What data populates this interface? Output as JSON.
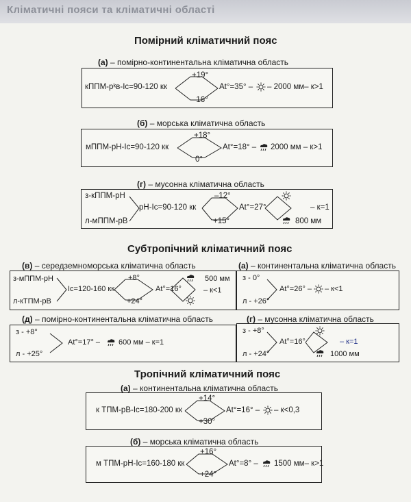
{
  "header": {
    "title": "Кліматичні пояси та кліматичні області"
  },
  "temperate": {
    "title": "Помірний кліматичний пояс",
    "a": {
      "label": "(а)",
      "name": " – помірно-континентальна кліматична область",
      "formula": "кППМ-рᵏв-Іс=90-120 кк",
      "t_top": "+19°",
      "t_bottom": "–16°",
      "amp": "At°=35° –",
      "rest": "– 2000 мм– к>1"
    },
    "b": {
      "label": "(б)",
      "name": " – морська кліматична область",
      "formula": "мППМ-рН-Іс=90-120 кк",
      "t_top": "+18°",
      "t_bottom": "0°",
      "amp": "At°=18° –",
      "rest": "2000 мм – к>1"
    },
    "g": {
      "label": "(г)",
      "name": " – мусонна кліматична область",
      "mass1": "з-кППМ-рН",
      "mass2": "л-мППМ-рВ",
      "formula": "рН-Іс=90-120 кк",
      "t_top": "–12°",
      "t_bottom": "+15°",
      "amp": "At°=27°",
      "r_top": "– к=1",
      "r_bottom": "800 мм"
    }
  },
  "subtropical": {
    "title": "Субтропічний кліматичний пояс",
    "v": {
      "label": "(в)",
      "name": " – середземноморська кліматична область",
      "mass1": "з-мППМ-рН",
      "mass2": "л-кТПМ-рВ",
      "formula": "Іс=120-160 кк",
      "t_top": "+8°",
      "t_bottom": "+24°",
      "amp": "At°=16°",
      "r_top": "500 мм",
      "r_bottom": "– к<1"
    },
    "a": {
      "label": "(а)",
      "name": " – континентальна кліматична область",
      "t_top": "з - 0°",
      "t_bottom": "л - +26°",
      "amp": "At°=26° –",
      "rest": "– к<1"
    },
    "d": {
      "label": "(д)",
      "name": " – помірно-континентальна кліматична область",
      "t_top": "з - +8°",
      "t_bottom": "л - +25°",
      "amp": "At°=17° –",
      "rest": "600 мм – к=1"
    },
    "g": {
      "label": "(г)",
      "name": " – мусонна кліматична область",
      "t_top": "з - +8°",
      "t_bottom": "л - +24°",
      "amp": "At°=16°",
      "r_top": "– к=1",
      "r_bottom": "1000 мм"
    }
  },
  "tropical": {
    "title": "Тропічний кліматичний пояс",
    "a": {
      "label": "(а)",
      "name": " – континентальна кліматична область",
      "formula": "к ТПМ-рВ-Іс=180-200 кк",
      "t_top": "+14°",
      "t_bottom": "+30°",
      "amp": "At°=16° –",
      "rest": "– к<0,3"
    },
    "b": {
      "label": "(б)",
      "name": " – морська кліматична область",
      "formula": "м ТПМ-рН-Іс=160-180 кк",
      "t_top": "+16°",
      "t_bottom": "+24°",
      "amp": "At°=8° –",
      "rest": "1500 мм– к>1"
    }
  },
  "icons": {
    "sun": "sun-icon",
    "rain": "rain-cloud-icon"
  },
  "colors": {
    "ink": "#1b1b1b",
    "blue_text": "#1f2f86",
    "header_band": "#c9cbd2"
  }
}
